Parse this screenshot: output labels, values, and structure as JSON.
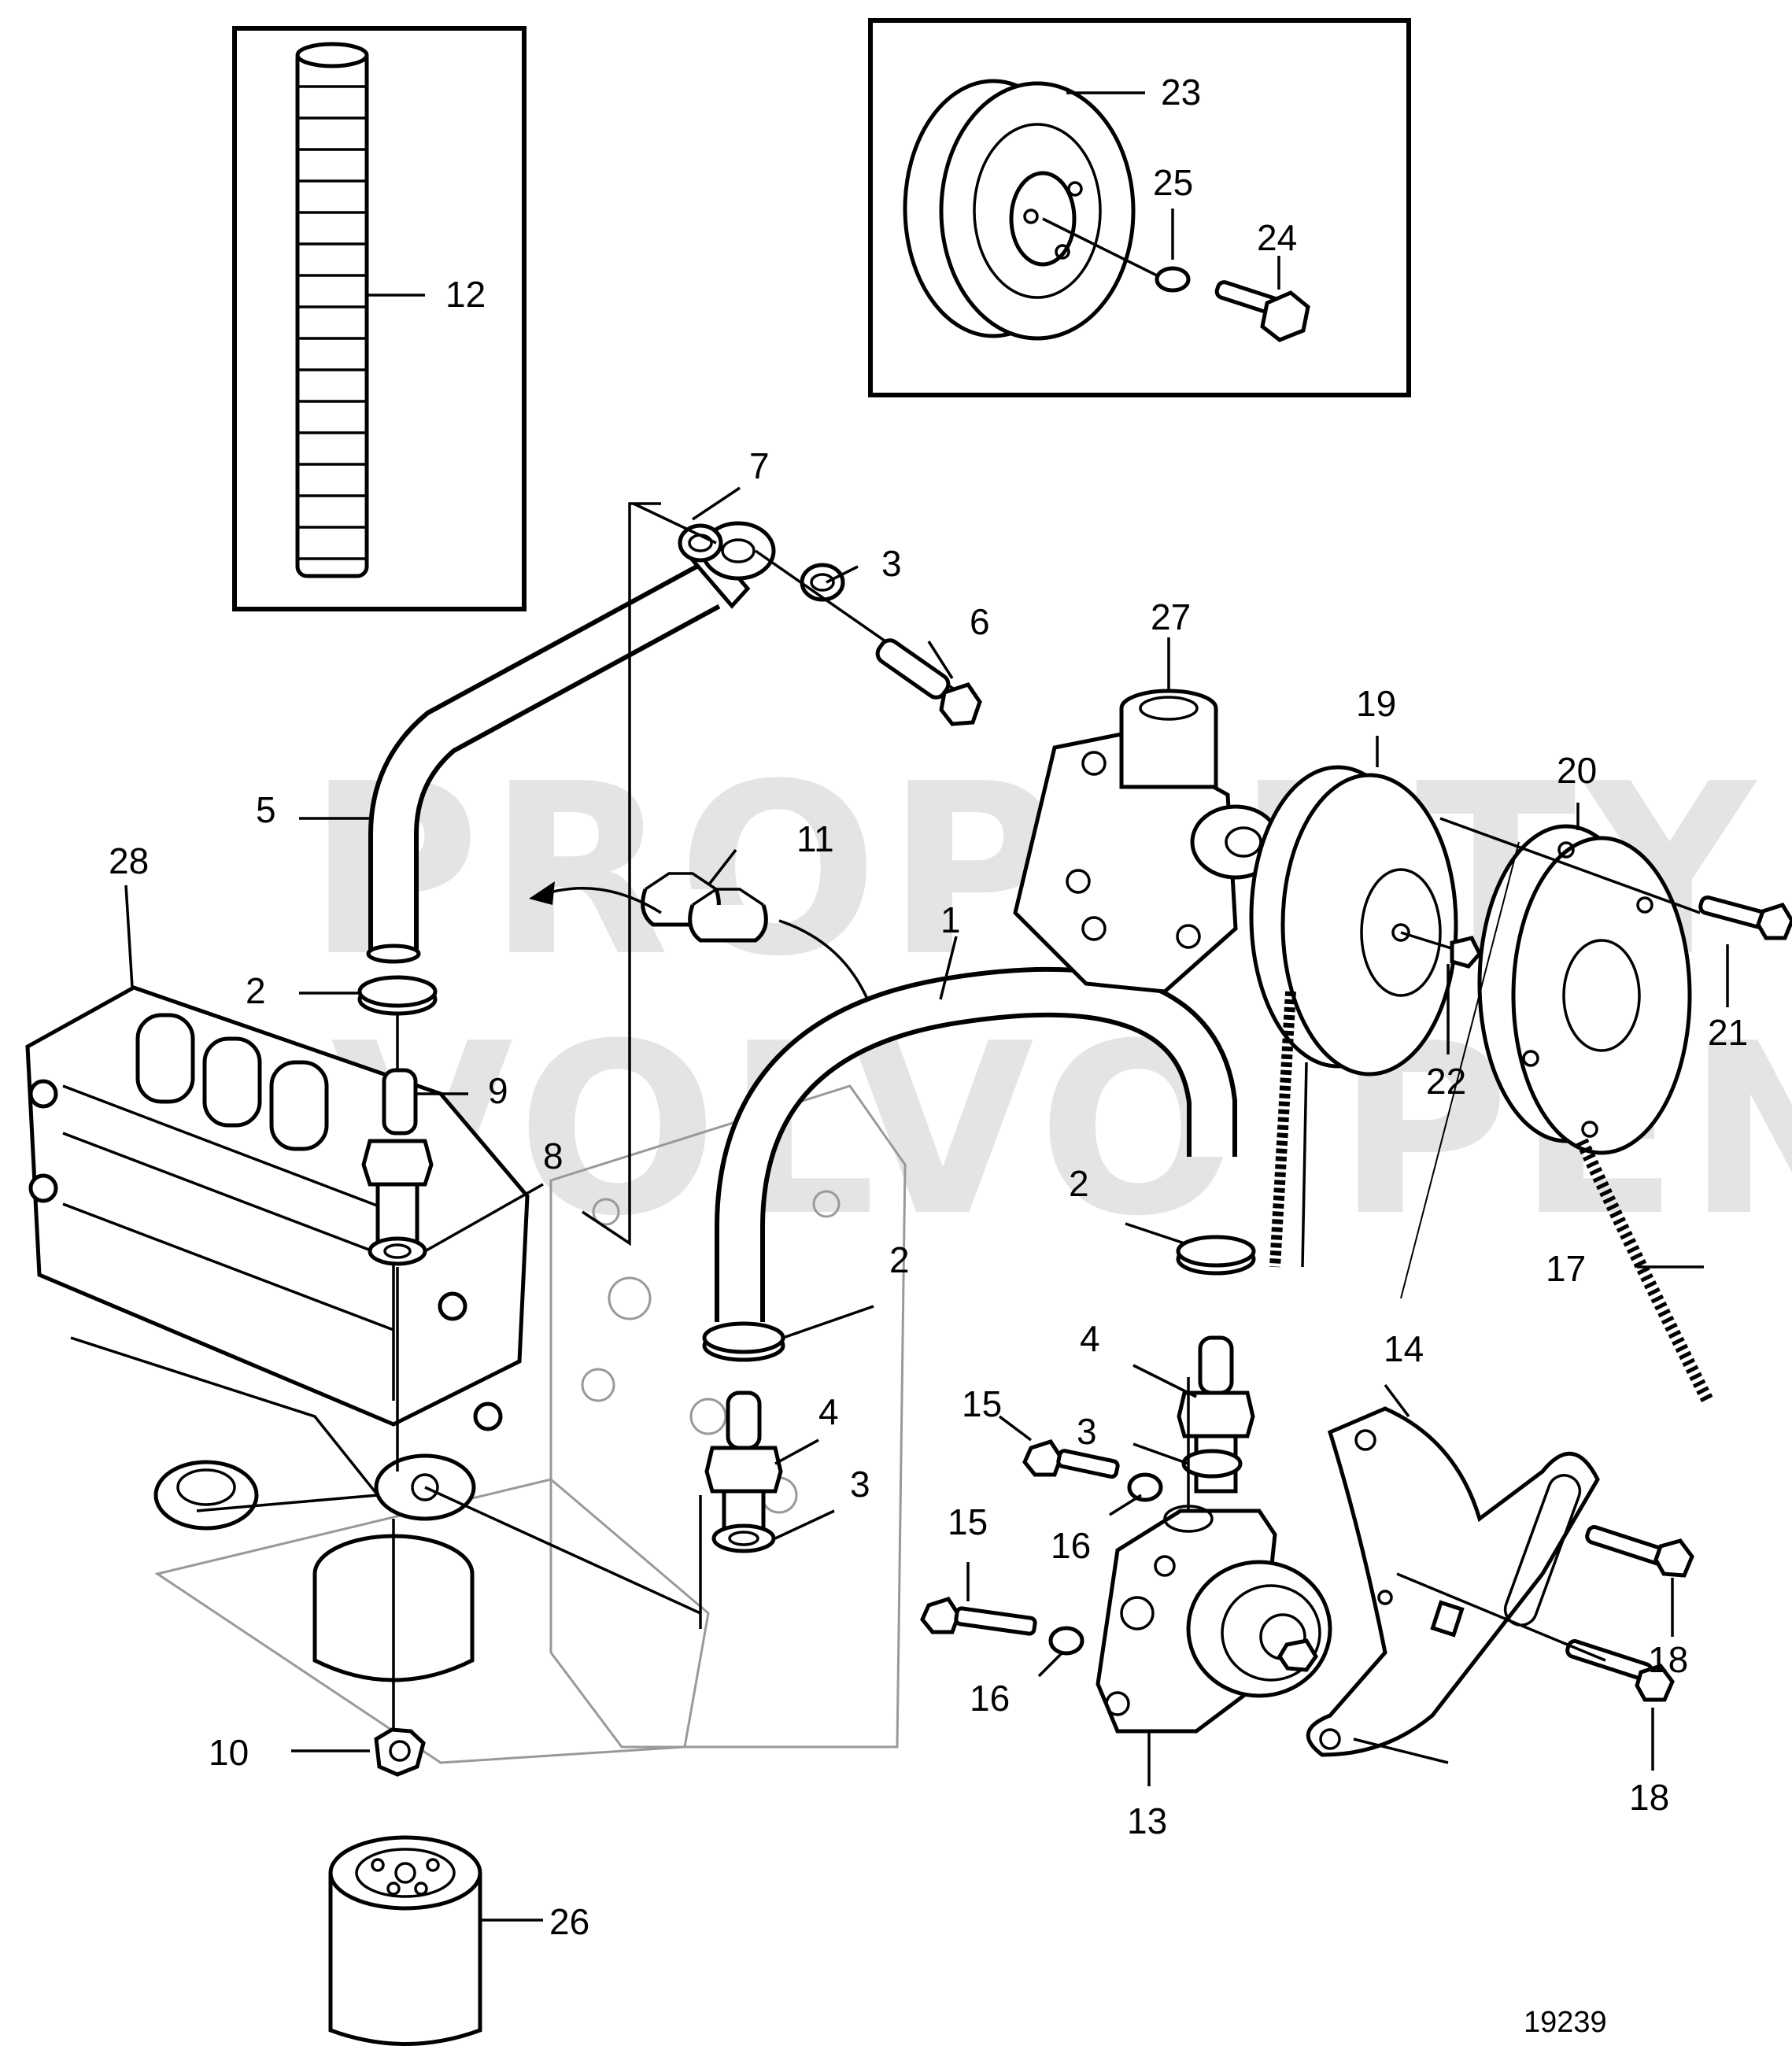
{
  "watermark": {
    "line1": "PROPERTY OF",
    "line2": "VOLVO PENTA"
  },
  "figure_number": "19239",
  "callouts": {
    "c1": "1",
    "c2a": "2",
    "c2b": "2",
    "c2c": "2",
    "c3a": "3",
    "c3b": "3",
    "c3c": "3",
    "c4a": "4",
    "c4b": "4",
    "c5": "5",
    "c6": "6",
    "c7": "7",
    "c8": "8",
    "c9": "9",
    "c10": "10",
    "c11": "11",
    "c12": "12",
    "c13": "13",
    "c14": "14",
    "c15a": "15",
    "c15b": "15",
    "c16a": "16",
    "c16b": "16",
    "c17": "17",
    "c18a": "18",
    "c18b": "18",
    "c19": "19",
    "c20": "20",
    "c21": "21",
    "c22": "22",
    "c23": "23",
    "c24": "24",
    "c25": "25",
    "c26": "26",
    "c27": "27",
    "c28": "28"
  }
}
